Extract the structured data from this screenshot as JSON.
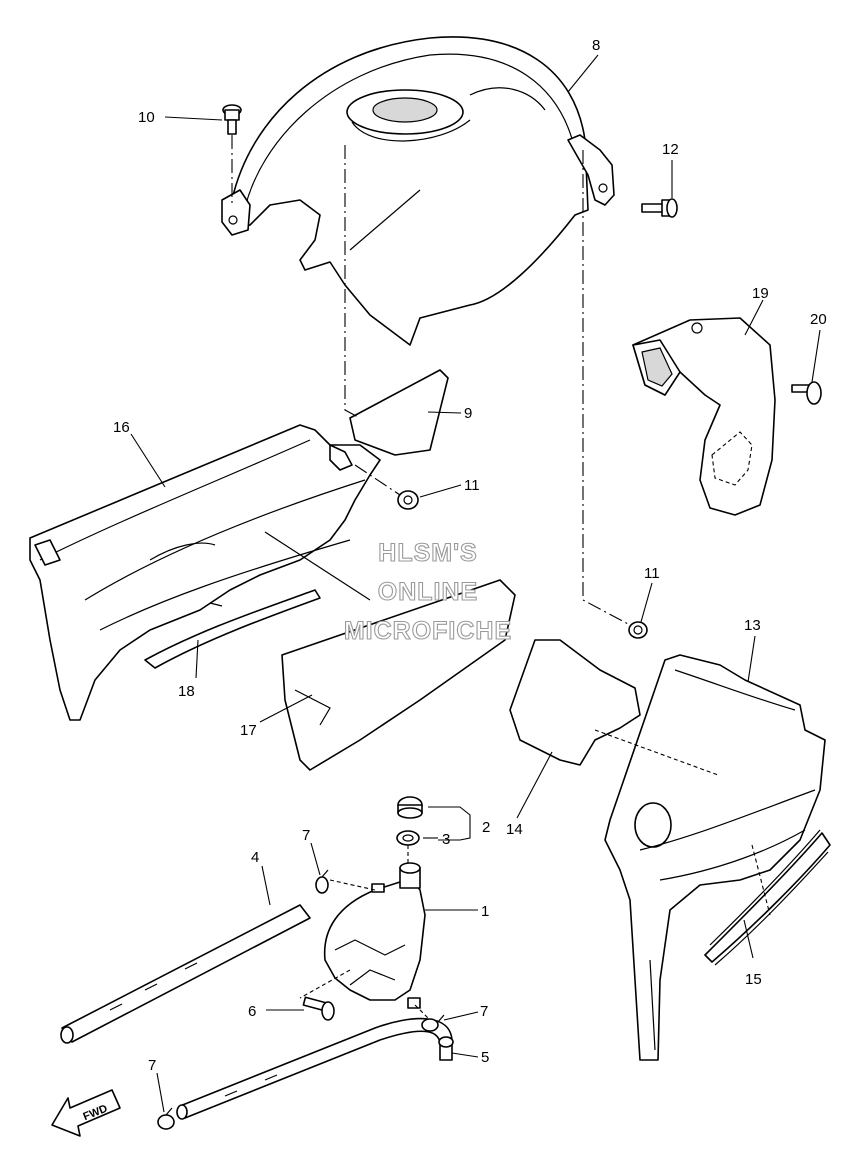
{
  "callouts": {
    "c1": "1",
    "c2": "2",
    "c3": "3",
    "c4": "4",
    "c5": "5",
    "c6": "6",
    "c7a": "7",
    "c7b": "7",
    "c7c": "7",
    "c8": "8",
    "c9": "9",
    "c10": "10",
    "c11a": "11",
    "c11b": "11",
    "c12": "12",
    "c13": "13",
    "c14": "14",
    "c15": "15",
    "c16": "16",
    "c17": "17",
    "c18": "18",
    "c19": "19",
    "c20": "20"
  },
  "watermark": {
    "line1": "HLSM'S",
    "line2": "ONLINE",
    "line3": "MICROFICHE"
  },
  "direction_badge": {
    "label": "FWD"
  }
}
